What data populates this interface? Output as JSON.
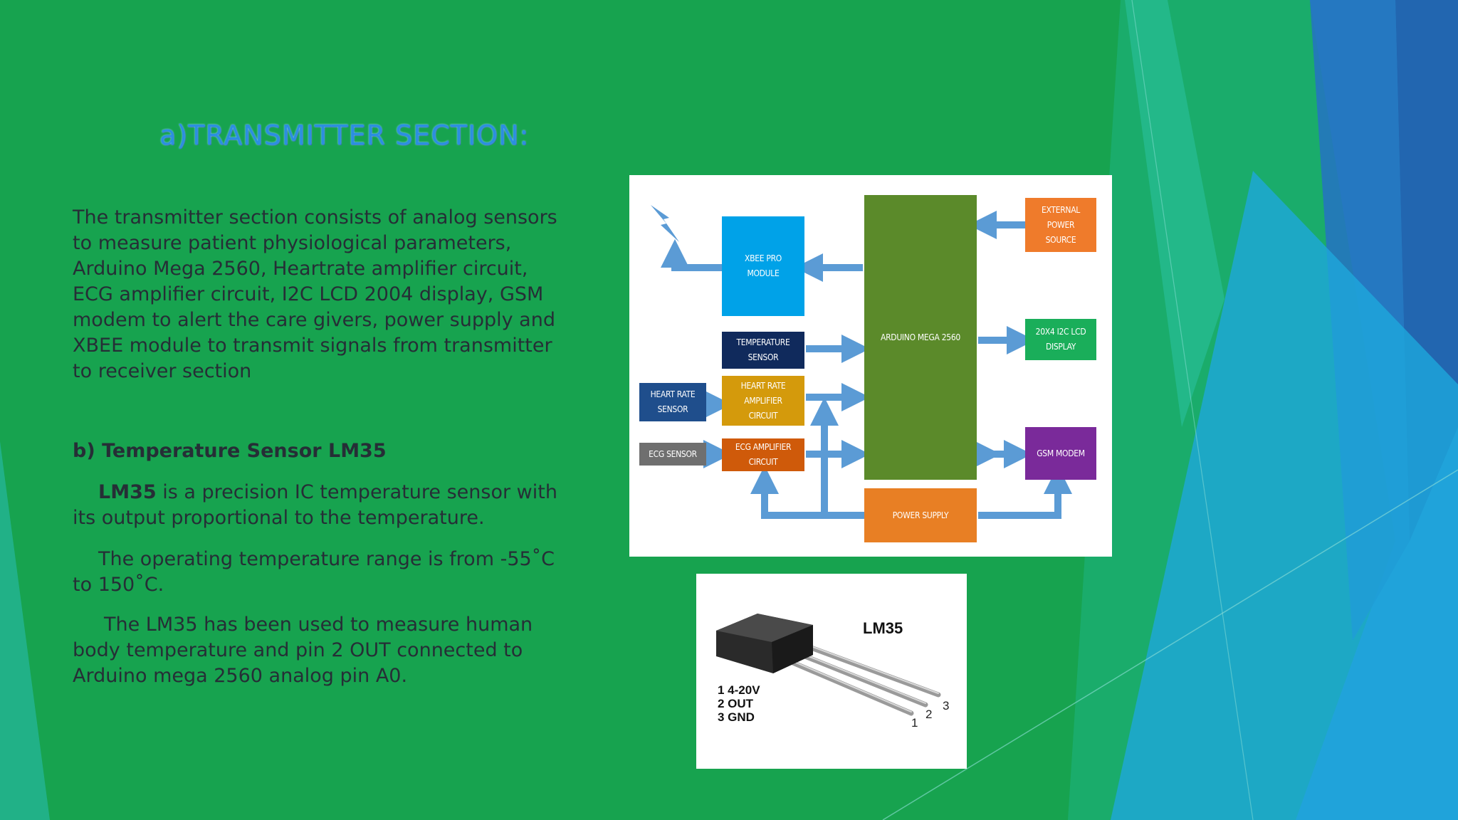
{
  "slide": {
    "title": "a)TRANSMITTER SECTION:",
    "intro": "The transmitter section consists of analog sensors to measure patient physiological parameters, Arduino Mega 2560, Heartrate amplifier circuit, ECG amplifier circuit, I2C LCD 2004 display, GSM modem to alert the care givers, power supply and XBEE module to transmit signals from transmitter to receiver section",
    "subheading": "b) Temperature Sensor LM35",
    "p2_bold": "LM35",
    "p2_rest": " is a precision IC temperature sensor with its output proportional to the temperature.",
    "p3": "The operating temperature range is from -55˚C to 150˚C.",
    "p4": "The LM35 has been used to measure human body temperature and pin 2 OUT connected to Arduino mega 2560 analog pin A0."
  },
  "block_diagram": {
    "xbee": "XBEE PRO\nMODULE",
    "temperature_sensor": "TEMPERATURE\nSENSOR",
    "heart_rate_sensor": "HEART RATE\nSENSOR",
    "heart_rate_amp": "HEART RATE\nAMPLIFIER\nCIRCUIT",
    "ecg_sensor": "ECG SENSOR",
    "ecg_amp": "ECG AMPLIFIER\nCIRCUIT",
    "arduino": "ARDUINO MEGA 2560",
    "power_supply": "POWER SUPPLY",
    "external_power": "EXTERNAL\nPOWER\nSOURCE",
    "lcd": "20X4 I2C LCD\nDISPLAY",
    "gsm": "GSM MODEM"
  },
  "lm35_image": {
    "title": "LM35",
    "pin1": "1 4-20V",
    "pin2": "2 OUT",
    "pin3": "3 GND",
    "n1": "1",
    "n2": "2",
    "n3": "3"
  },
  "colors": {
    "background": "#17a34f",
    "title": "#2b8fe0",
    "body_text": "#262e36",
    "arrow": "#5b9bd5"
  }
}
